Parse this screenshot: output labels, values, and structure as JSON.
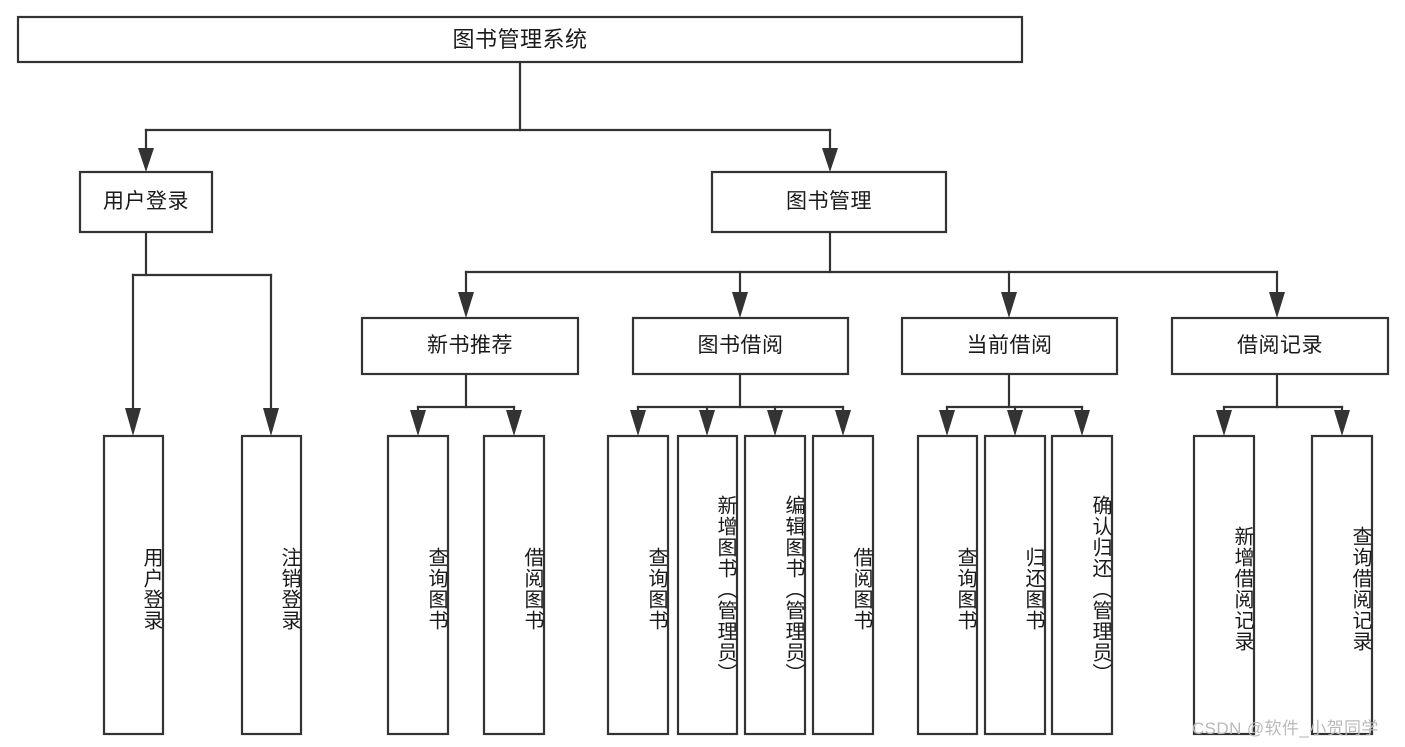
{
  "diagram": {
    "type": "tree-hierarchy",
    "orientation": "top-down",
    "title": "图书管理系统",
    "theme": {
      "background": "#ffffff",
      "box_fill": "#ffffff",
      "box_stroke": "#333333",
      "text_color": "#1a1a1a",
      "watermark_color": "#b9b9b9"
    },
    "levels": {
      "root": "图书管理系统",
      "level1": [
        "用户登录",
        "图书管理"
      ],
      "level2": [
        "新书推荐",
        "图书借阅",
        "当前借阅",
        "借阅记录"
      ]
    },
    "nodes": {
      "root": {
        "label": "图书管理系统"
      },
      "user_login": {
        "label": "用户登录"
      },
      "book_mgmt": {
        "label": "图书管理"
      },
      "new_book_rec": {
        "label": "新书推荐"
      },
      "book_borrow": {
        "label": "图书借阅"
      },
      "current_borrow": {
        "label": "当前借阅"
      },
      "borrow_record": {
        "label": "借阅记录"
      },
      "leaf_user_login": {
        "label": "用户登录"
      },
      "leaf_logout": {
        "label": "注销登录"
      },
      "leaf_query_book_1": {
        "label": "查询图书"
      },
      "leaf_borrow_book_1": {
        "label": "借阅图书"
      },
      "leaf_query_book_2": {
        "label": "查询图书"
      },
      "leaf_add_book": {
        "label": "新增图书（管理员）"
      },
      "leaf_edit_book": {
        "label": "编辑图书（管理员）"
      },
      "leaf_borrow_book_2": {
        "label": "借阅图书"
      },
      "leaf_query_book_3": {
        "label": "查询图书"
      },
      "leaf_return_book": {
        "label": "归还图书"
      },
      "leaf_confirm_return": {
        "label": "确认归还（管理员）"
      },
      "leaf_add_record": {
        "label": "新增借阅记录"
      },
      "leaf_query_record": {
        "label": "查询借阅记录"
      }
    },
    "edges": [
      {
        "from": "root",
        "to": "user_login"
      },
      {
        "from": "root",
        "to": "book_mgmt"
      },
      {
        "from": "user_login",
        "to": "leaf_user_login"
      },
      {
        "from": "user_login",
        "to": "leaf_logout"
      },
      {
        "from": "book_mgmt",
        "to": "new_book_rec"
      },
      {
        "from": "book_mgmt",
        "to": "book_borrow"
      },
      {
        "from": "book_mgmt",
        "to": "current_borrow"
      },
      {
        "from": "book_mgmt",
        "to": "borrow_record"
      },
      {
        "from": "new_book_rec",
        "to": "leaf_query_book_1"
      },
      {
        "from": "new_book_rec",
        "to": "leaf_borrow_book_1"
      },
      {
        "from": "book_borrow",
        "to": "leaf_query_book_2"
      },
      {
        "from": "book_borrow",
        "to": "leaf_add_book"
      },
      {
        "from": "book_borrow",
        "to": "leaf_edit_book"
      },
      {
        "from": "book_borrow",
        "to": "leaf_borrow_book_2"
      },
      {
        "from": "current_borrow",
        "to": "leaf_query_book_3"
      },
      {
        "from": "current_borrow",
        "to": "leaf_return_book"
      },
      {
        "from": "current_borrow",
        "to": "leaf_confirm_return"
      },
      {
        "from": "borrow_record",
        "to": "leaf_add_record"
      },
      {
        "from": "borrow_record",
        "to": "leaf_query_record"
      }
    ]
  },
  "watermark": {
    "text": "CSDN @软件_小贺同学"
  }
}
